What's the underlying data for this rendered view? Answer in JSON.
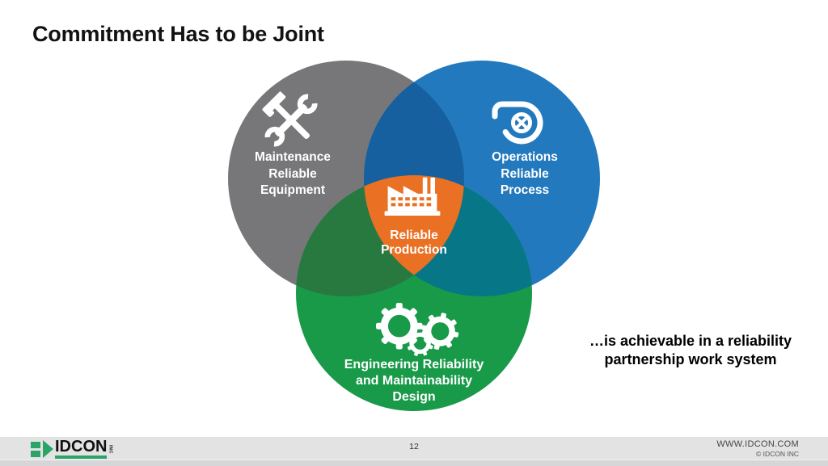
{
  "title": "Commitment Has to be Joint",
  "caption": {
    "line1": "…is achievable in a reliability",
    "line2": "partnership work system"
  },
  "venn": {
    "maintenance": {
      "lines": [
        "Maintenance",
        "Reliable",
        "Equipment"
      ],
      "color": "#77777a",
      "icon": "hammer-wrench-icon"
    },
    "operations": {
      "lines": [
        "Operations",
        "Reliable",
        "Process"
      ],
      "color": "#2279bd",
      "icon": "turbine-icon"
    },
    "engineering": {
      "lines": [
        "Engineering Reliability",
        "and Maintainability",
        "Design"
      ],
      "color": "#189a49",
      "icon": "gears-icon"
    },
    "center": {
      "lines": [
        "Reliable",
        "Production"
      ],
      "color": "#ea7024",
      "icon": "factory-icon"
    },
    "overlaps": {
      "maintenance_operations": "#16609f",
      "maintenance_engineering": "#27793f",
      "operations_engineering": "#077787"
    }
  },
  "footer": {
    "page_number": "12",
    "website": "WWW.IDCON.COM",
    "copyright": "© IDCON INC",
    "logo": {
      "name": "IDCON",
      "suffix": "INC",
      "brand_color": "#2ca467"
    }
  }
}
